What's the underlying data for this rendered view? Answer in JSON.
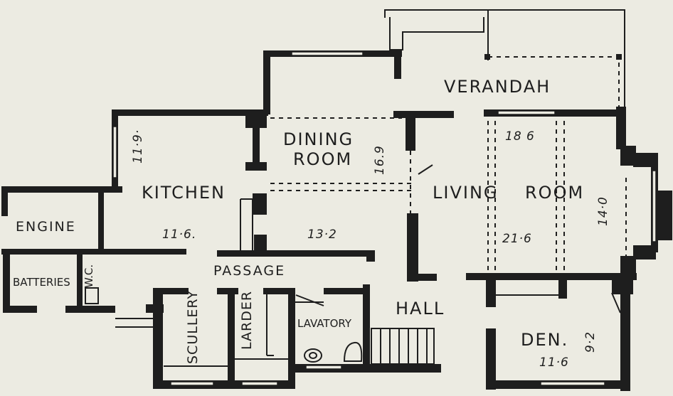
{
  "rooms": {
    "verandah": "VERANDAH",
    "dining_line1": "DINING",
    "dining_line2": "ROOM",
    "dining_dim_depth": "16.9",
    "dining_dim_width": "13·2",
    "kitchen": "KITCHEN",
    "kitchen_dim_depth": "11·9·",
    "kitchen_dim_width": "11·6.",
    "engine": "ENGINE",
    "batteries": "BATTERIES",
    "wc": "W.C.",
    "passage": "PASSAGE",
    "scullery": "SCULLERY",
    "larder": "LARDER",
    "lavatory": "LAVATORY",
    "hall": "HALL",
    "living_line1": "LIVING",
    "living_line2": "ROOM",
    "living_dim_top": "18 6",
    "living_dim_bottom": "21·6",
    "living_dim_side": "14·0",
    "den": "DEN.",
    "den_dim_side": "9·2",
    "den_dim_width": "11·6"
  }
}
